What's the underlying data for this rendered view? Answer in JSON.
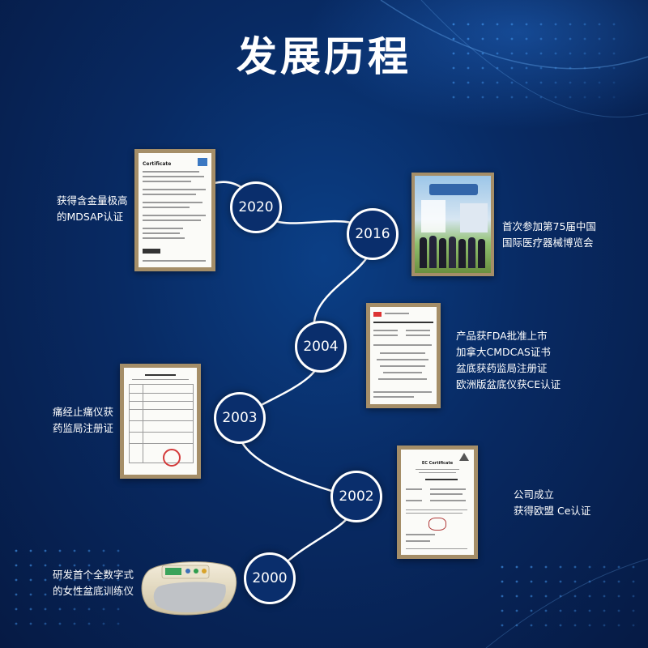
{
  "title": "发展历程",
  "years": [
    "2020",
    "2016",
    "2004",
    "2003",
    "2002",
    "2000"
  ],
  "milestones": {
    "y2020": [
      "获得含金量极高",
      "的MDSAP认证"
    ],
    "y2016": [
      "首次参加第75届中国",
      "国际医疗器械博览会"
    ],
    "y2004": [
      "产品获FDA批准上市",
      "加拿大CMDCAS证书",
      "盆底获药监局注册证",
      "欧洲版盆底仪获CE认证"
    ],
    "y2003": [
      "痛经止痛仪获",
      "药监局注册证"
    ],
    "y2002": [
      "公司成立",
      "获得欧盟 Ce认证"
    ],
    "y2000": [
      "研发首个全数字式",
      "的女性盆底训练仪"
    ]
  },
  "documents": {
    "mdsap": "Certificate",
    "ec": "EC Certificate"
  },
  "colors": {
    "background": "#082a63",
    "accent": "#ffffff"
  }
}
